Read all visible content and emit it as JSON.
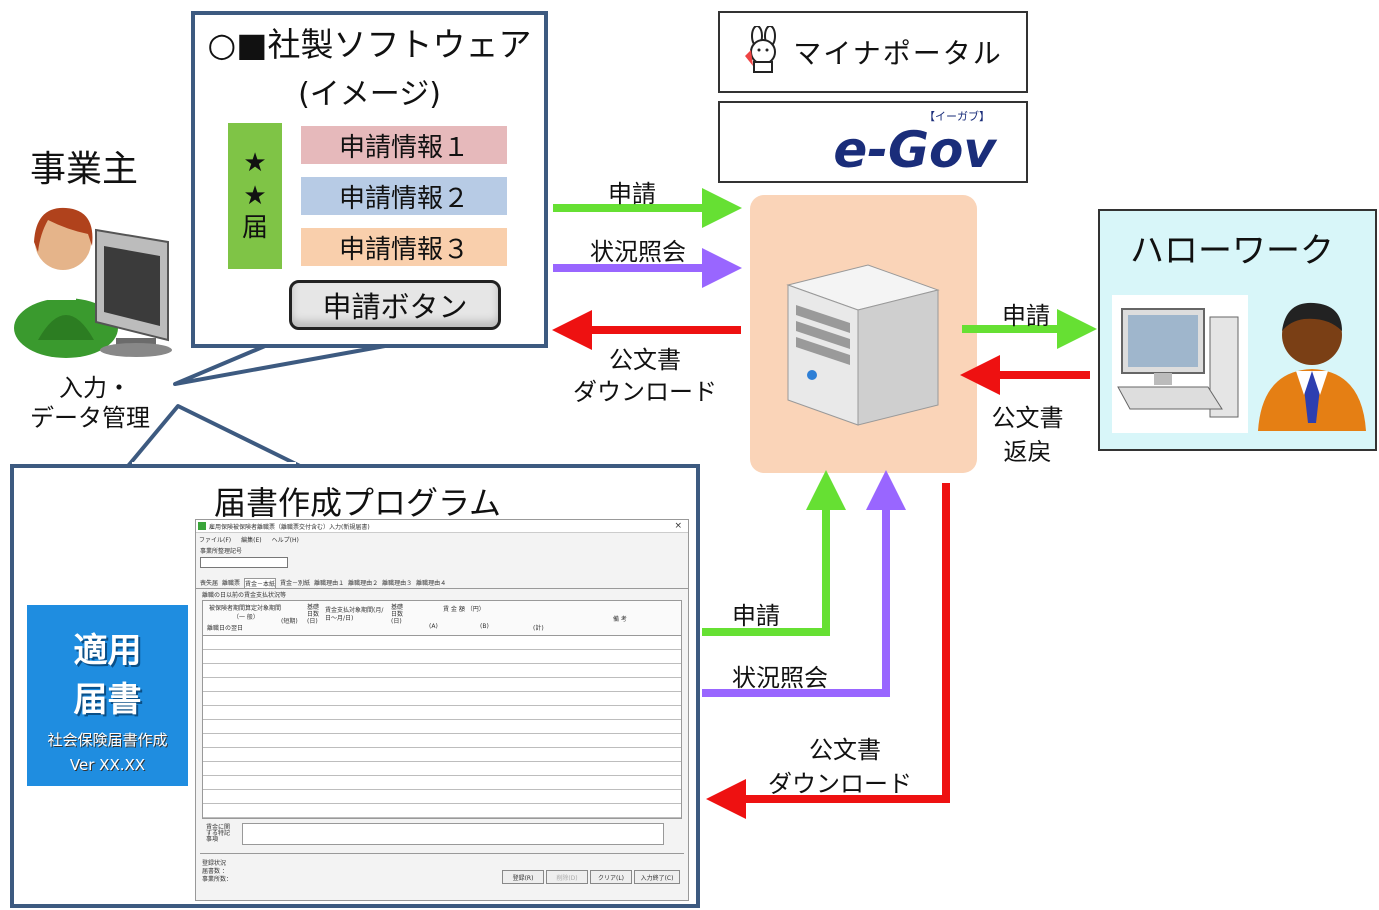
{
  "owner": {
    "title": "事業主",
    "caption_line1": "入力・",
    "caption_line2": "データ管理"
  },
  "software": {
    "title_line1": "○■社製ソフトウェア",
    "title_line2": "(イメージ)",
    "form_bar": [
      "★",
      "★",
      "届"
    ],
    "info_rows": [
      "申請情報１",
      "申請情報２",
      "申請情報３"
    ],
    "apply_button": "申請ボタン"
  },
  "portals": {
    "myna": "マイナポータル",
    "egov_sub": "【イーガブ】",
    "egov": "e-Gov"
  },
  "flows_top": {
    "apply": "申請",
    "status": "状況照会",
    "download_line1": "公文書",
    "download_line2": "ダウンロード"
  },
  "hellowork": {
    "title": "ハローワーク",
    "apply": "申請",
    "return_line1": "公文書",
    "return_line2": "返戻"
  },
  "program": {
    "title": "届書作成プログラム",
    "icon_line1": "適用",
    "icon_line2": "届書",
    "icon_caption": "社会保険届書作成",
    "icon_version": "Ver XX.XX",
    "window": {
      "title": "雇用保険被保険者離職票（離職票交付含む）入力(新規届書)",
      "menu": [
        "ファイル(F)",
        "編集(E)",
        "ヘルプ(H)"
      ],
      "office_label": "事業所整理記号",
      "tabs": [
        "喪失届",
        "離職票",
        "賃金－本紙",
        "賃金－別紙",
        "離職理由１",
        "離職理由２",
        "離職理由３",
        "離職理由４"
      ],
      "section": "離職の日以前の賃金支払状況等",
      "col_period": "被保険者期間算定対象期間",
      "col_general": "（一 般）",
      "col_day": "離職日の翌日",
      "col_short": "(短期)",
      "col_base1": "基礎日数(日)",
      "col_wage_period": "賃金支払対象期間(月/日～月/日)",
      "col_base2": "基礎日数(日)",
      "col_amount": "賃 金 額 （円）",
      "col_a": "(A)",
      "col_b": "(B)",
      "col_total": "(計)",
      "col_notes": "備 考",
      "special": "賃金に関する特記事項",
      "status_label": "登録状況",
      "status_docs": "届書数 ：",
      "status_offices": "事業所数：",
      "buttons": [
        "登録(R)",
        "削除(D)",
        "クリア(L)",
        "入力終了(C)"
      ],
      "close": "×"
    }
  },
  "flows_bottom": {
    "apply": "申請",
    "status": "状況照会",
    "download_line1": "公文書",
    "download_line2": "ダウンロード"
  },
  "colors": {
    "apply": "#66e033",
    "status": "#9966ff",
    "download": "#ee1111",
    "server_bg": "#fad4b8",
    "hello_bg": "#d8f6f9"
  }
}
